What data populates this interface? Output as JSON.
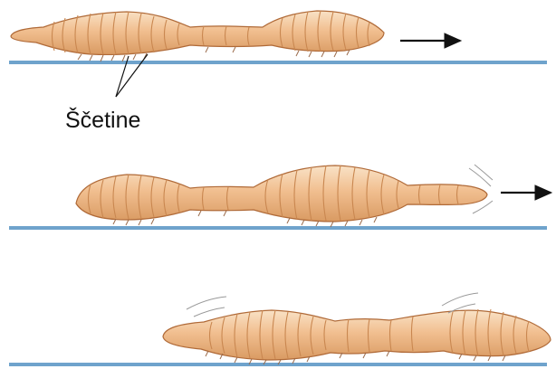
{
  "diagram": {
    "label_bristles": "Ščetine",
    "colors": {
      "worm_body": "#f1bf90",
      "worm_light": "#f7dcbf",
      "worm_outline": "#b06a38",
      "segment_line": "#c98750",
      "bristle": "#9a6a4a",
      "ground": "#6fa3cc",
      "arrow": "#111111"
    },
    "panels": [
      {
        "id": "stage-1",
        "icon": "earthworm-icon",
        "direction": "right"
      },
      {
        "id": "stage-2",
        "icon": "earthworm-icon",
        "direction": "right"
      },
      {
        "id": "stage-3",
        "icon": "earthworm-icon",
        "direction": "right"
      }
    ]
  }
}
